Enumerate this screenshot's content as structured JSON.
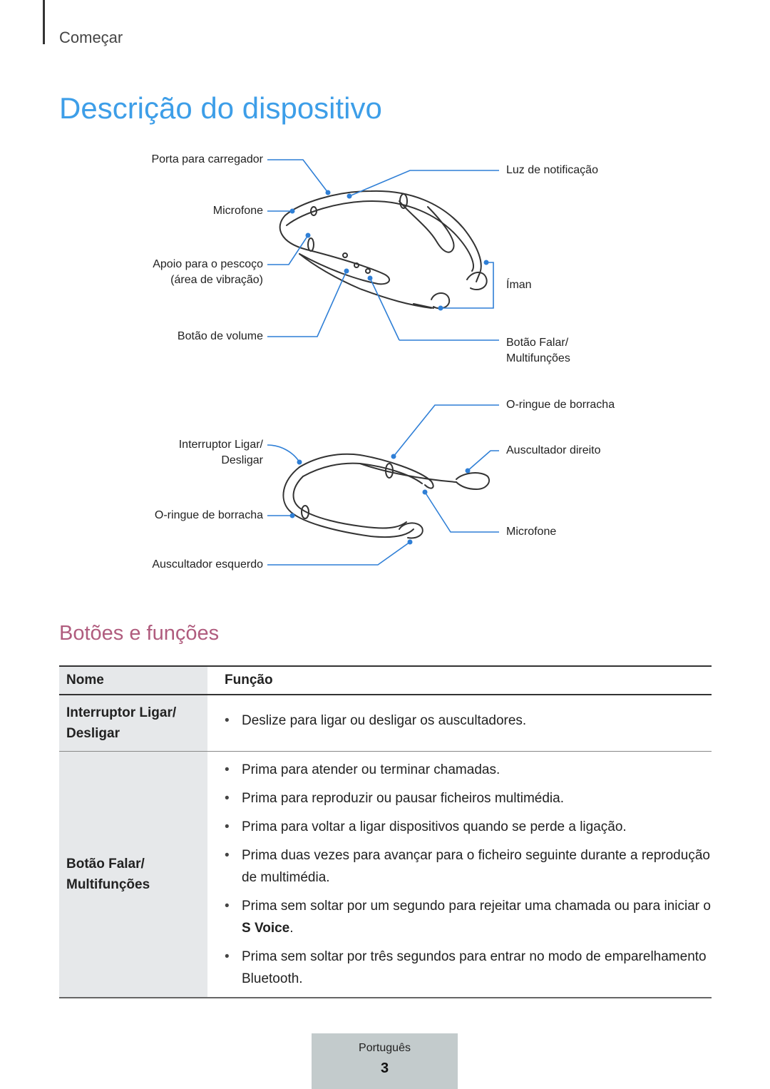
{
  "header": {
    "section": "Começar",
    "title": "Descrição do dispositivo"
  },
  "diagram_top": {
    "labels": {
      "charging_port": "Porta para carregador",
      "microphone": "Microfone",
      "neck_support_1": "Apoio para o pescoço",
      "neck_support_2": "(área de vibração)",
      "volume_button": "Botão de volume",
      "notification_light": "Luz de notificação",
      "magnet": "Íman",
      "talk_button_1": "Botão Falar/",
      "talk_button_2": "Multifunções"
    }
  },
  "diagram_bottom": {
    "labels": {
      "power_switch_1": "Interruptor Ligar/",
      "power_switch_2": "Desligar",
      "rubber_ring_left": "O-ringue de borracha",
      "left_earbud": "Auscultador esquerdo",
      "rubber_ring_right": "O-ringue de borracha",
      "right_earbud": "Auscultador direito",
      "microphone": "Microfone"
    }
  },
  "subtitle": "Botões e funções",
  "table": {
    "headers": {
      "name": "Nome",
      "function": "Função"
    },
    "row1": {
      "name_1": "Interruptor Ligar/",
      "name_2": "Desligar",
      "bullets": [
        "Deslize para ligar ou desligar os auscultadores."
      ]
    },
    "row2": {
      "name_1": "Botão Falar/",
      "name_2": "Multifunções",
      "b1": "Prima para atender ou terminar chamadas.",
      "b2": "Prima para reproduzir ou pausar ficheiros multimédia.",
      "b3": "Prima para voltar a ligar dispositivos quando se perde a ligação.",
      "b4": "Prima duas vezes para avançar para o ficheiro seguinte durante a reprodução de multimédia.",
      "b5_pre": "Prima sem soltar por um segundo para rejeitar uma chamada ou para iniciar o ",
      "b5_bold": "S Voice",
      "b5_post": ".",
      "b6": "Prima sem soltar por três segundos para entrar no modo de emparelhamento Bluetooth."
    }
  },
  "footer": {
    "language": "Português",
    "page_number": "3"
  },
  "colors": {
    "title": "#3d9ee8",
    "subtitle": "#b05c7e",
    "callout": "#2f7fd6",
    "footer_bg": "#c3cbcc"
  }
}
